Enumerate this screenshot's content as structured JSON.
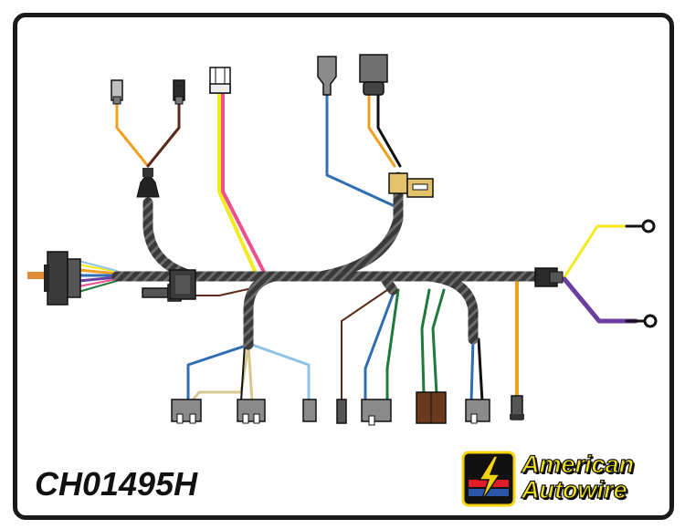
{
  "part_number": "CH01495H",
  "brand": {
    "line1": "American",
    "line2": "Autowire",
    "logo_colors": [
      "#e11d2a",
      "#2956a6",
      "#f5d40f",
      "#111111"
    ]
  },
  "colors": {
    "harness": "#3a3a3a",
    "harness_stripe": "#6b6b6b",
    "wire_orange": "#f0a020",
    "wire_yellow": "#f3ea1c",
    "wire_pink": "#ef4f8e",
    "wire_blue": "#2f6db5",
    "wire_light_blue": "#8fc3e6",
    "wire_green": "#1f7a3a",
    "wire_purple": "#6b3fa0",
    "wire_black": "#111111",
    "wire_brown": "#5a2a1a",
    "wire_tan": "#d8c890",
    "connector_gray": "#8a8a8a",
    "connector_brown": "#6b3a1e",
    "terminal_brass": "#e2c26a"
  }
}
